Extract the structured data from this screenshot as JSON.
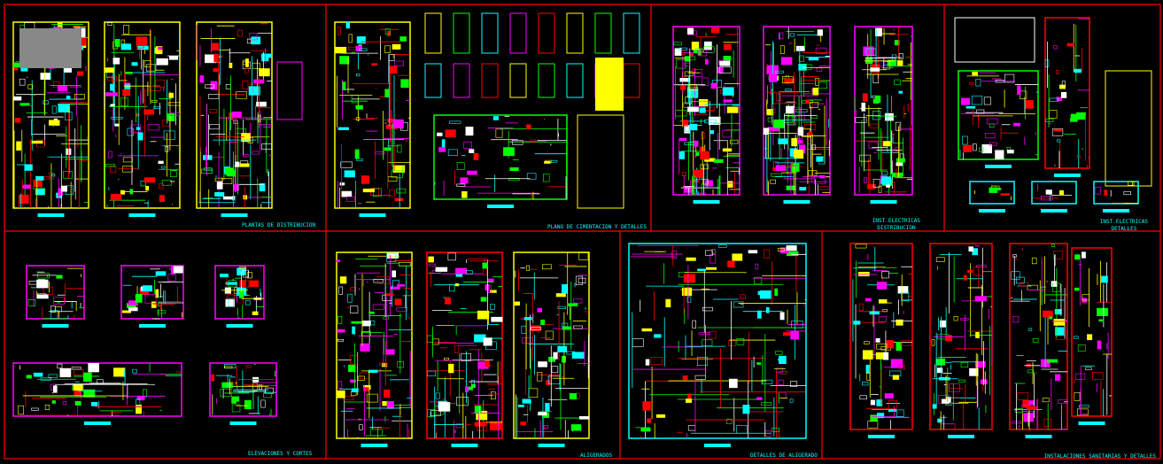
{
  "colors": {
    "frame": "#ff0000",
    "title": "#00ffff",
    "background": "#000000"
  },
  "panels": [
    {
      "id": "plantas",
      "title": "PLANTAS DE DISTRIBUCION",
      "title2": ""
    },
    {
      "id": "cimentacion",
      "title": "PLANO DE CIMENTACION Y DETALLES",
      "title2": ""
    },
    {
      "id": "electricas-dist",
      "title": "INST.ELECTRICAS",
      "title2": "DISTRIBUCION"
    },
    {
      "id": "electricas-det",
      "title": "INST.ELECTRICAS",
      "title2": "DETALLES"
    },
    {
      "id": "elevaciones",
      "title": "ELEVACIONES Y CORTES",
      "title2": ""
    },
    {
      "id": "aligerados",
      "title": "ALIGERADOS",
      "title2": ""
    },
    {
      "id": "detalles-aligerado",
      "title": "DETALLES DE ALIGERADO",
      "title2": ""
    },
    {
      "id": "sanitarias",
      "title": "INSTALACIONES SANITARIAS Y DETALLES",
      "title2": ""
    }
  ]
}
